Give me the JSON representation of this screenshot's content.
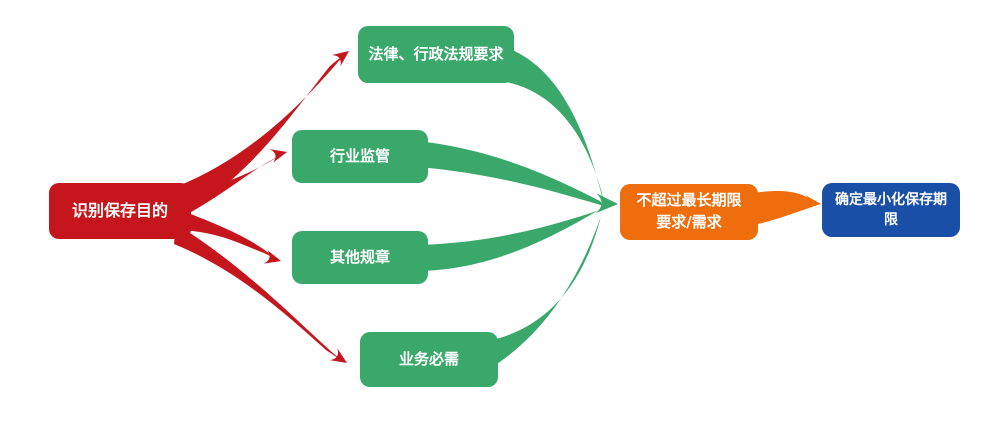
{
  "colors": {
    "red": "#c4161c",
    "green": "#3aa86b",
    "orange": "#ee6d0d",
    "blue": "#1a4fa8",
    "node_text": "#ffffff",
    "background": "#ffffff"
  },
  "nodes": {
    "root": {
      "label": "识别保存目的"
    },
    "law": {
      "label": "法律、行政法规要求"
    },
    "industry": {
      "label": "行业监管"
    },
    "other": {
      "label": "其他规章"
    },
    "business": {
      "label": "业务必需"
    },
    "limit": {
      "label": "不超过最长期限\n要求/需求"
    },
    "final": {
      "label": "确定最小化保存期限"
    }
  },
  "edges": [
    {
      "from": "识别保存目的",
      "to": "法律、行政法规要求",
      "color": "red"
    },
    {
      "from": "识别保存目的",
      "to": "行业监管",
      "color": "red"
    },
    {
      "from": "识别保存目的",
      "to": "其他规章",
      "color": "red"
    },
    {
      "from": "识别保存目的",
      "to": "业务必需",
      "color": "red"
    },
    {
      "from": "法律、行政法规要求",
      "to": "不超过最长期限 要求/需求",
      "color": "green"
    },
    {
      "from": "行业监管",
      "to": "不超过最长期限 要求/需求",
      "color": "green"
    },
    {
      "from": "其他规章",
      "to": "不超过最长期限 要求/需求",
      "color": "green"
    },
    {
      "from": "业务必需",
      "to": "不超过最长期限 要求/需求",
      "color": "green"
    },
    {
      "from": "不超过最长期限 要求/需求",
      "to": "确定最小化保存期限",
      "color": "orange"
    }
  ]
}
